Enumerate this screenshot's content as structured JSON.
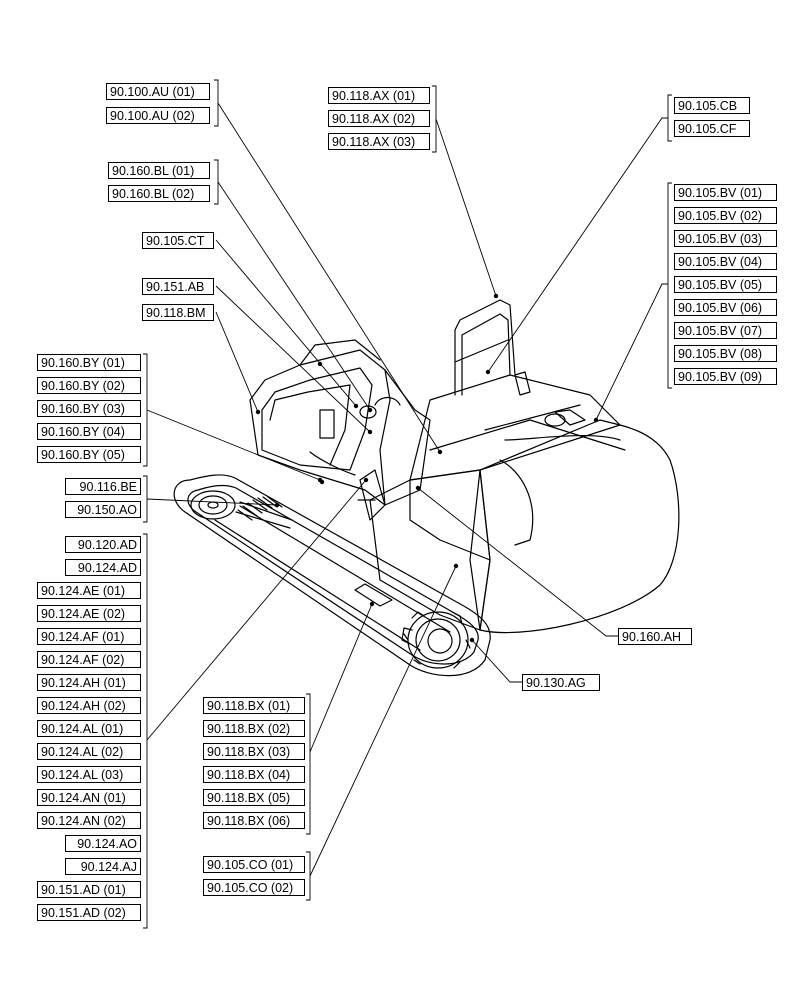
{
  "labels": {
    "au01": "90.100.AU (01)",
    "au02": "90.100.AU (02)",
    "bl01": "90.160.BL (01)",
    "bl02": "90.160.BL (02)",
    "ct": "90.105.CT",
    "ab": "90.151.AB",
    "bm": "90.118.BM",
    "by01": "90.160.BY (01)",
    "by02": "90.160.BY (02)",
    "by03": "90.160.BY (03)",
    "by04": "90.160.BY (04)",
    "by05": "90.160.BY (05)",
    "be": "90.116.BE",
    "ao150": "90.150.AO",
    "ad120": "90.120.AD",
    "ad124": "90.124.AD",
    "ae01": "90.124.AE (01)",
    "ae02": "90.124.AE (02)",
    "af01": "90.124.AF (01)",
    "af02": "90.124.AF (02)",
    "ah01": "90.124.AH (01)",
    "ah02": "90.124.AH (02)",
    "al01": "90.124.AL (01)",
    "al02": "90.124.AL (02)",
    "al03": "90.124.AL (03)",
    "an01": "90.124.AN (01)",
    "an02": "90.124.AN (02)",
    "ao124": "90.124.AO",
    "aj": "90.124.AJ",
    "ad151_01": "90.151.AD (01)",
    "ad151_02": "90.151.AD (02)",
    "ax01": "90.118.AX (01)",
    "ax02": "90.118.AX (02)",
    "ax03": "90.118.AX (03)",
    "cb": "90.105.CB",
    "cf": "90.105.CF",
    "bv01": "90.105.BV (01)",
    "bv02": "90.105.BV (02)",
    "bv03": "90.105.BV (03)",
    "bv04": "90.105.BV (04)",
    "bv05": "90.105.BV (05)",
    "bv06": "90.105.BV (06)",
    "bv07": "90.105.BV (07)",
    "bv08": "90.105.BV (08)",
    "bv09": "90.105.BV (09)",
    "ah160": "90.160.AH",
    "ag": "90.130.AG",
    "bx01": "90.118.BX (01)",
    "bx02": "90.118.BX (02)",
    "bx03": "90.118.BX (03)",
    "bx04": "90.118.BX (04)",
    "bx05": "90.118.BX (05)",
    "bx06": "90.118.BX (06)",
    "co01": "90.105.CO (01)",
    "co02": "90.105.CO (02)"
  }
}
